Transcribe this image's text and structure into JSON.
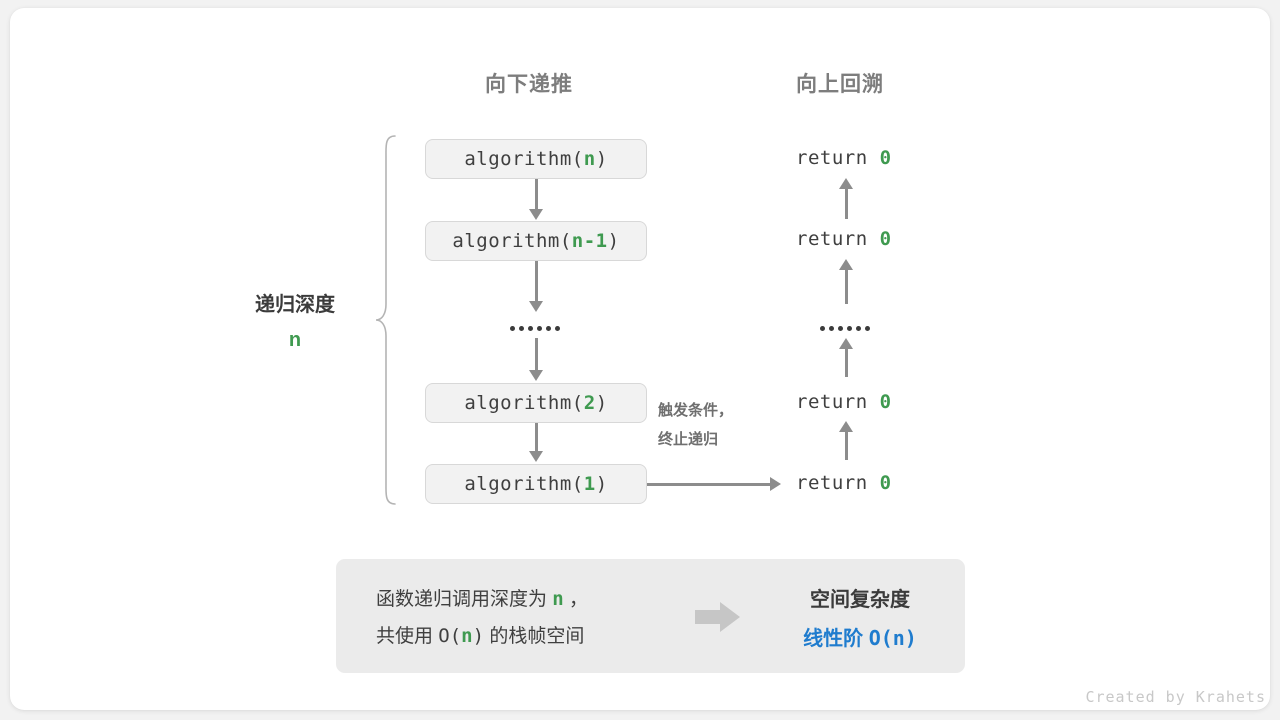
{
  "diagram": {
    "columns": {
      "left_header": "向下递推",
      "right_header": "向上回溯"
    },
    "depth_bracket": {
      "label": "递归深度",
      "value": "n"
    },
    "call_stack": [
      {
        "prefix": "algorithm(",
        "arg": "n",
        "suffix": ")"
      },
      {
        "prefix": "algorithm(",
        "arg": "n-1",
        "suffix": ")"
      },
      {
        "prefix": "algorithm(",
        "arg": "2",
        "suffix": ")"
      },
      {
        "prefix": "algorithm(",
        "arg": "1",
        "suffix": ")"
      }
    ],
    "returns": [
      {
        "keyword": "return",
        "value": "0"
      },
      {
        "keyword": "return",
        "value": "0"
      },
      {
        "keyword": "return",
        "value": "0"
      },
      {
        "keyword": "return",
        "value": "0"
      }
    ],
    "ellipsis_dots": 6,
    "termination_note": {
      "line1": "触发条件，",
      "line2": "终止递归"
    }
  },
  "summary": {
    "left_line1_a": "函数递归调用深度为 ",
    "left_line1_n": "n",
    "left_line1_b": " ，",
    "left_line2_a": "共使用 ",
    "left_line2_o": "O(",
    "left_line2_n": "n",
    "left_line2_c": ")",
    "left_line2_b": " 的栈帧空间",
    "arrow_icon": "right-block-arrow",
    "right_title": "空间复杂度",
    "right_value_label": "线性阶 ",
    "right_value_expr": "O(n)"
  },
  "footer": {
    "credit": "Created by Krahets"
  },
  "colors": {
    "green": "#3f9a50",
    "blue": "#1f7cce",
    "gray_text": "#3f3f3f",
    "header_gray": "#7d7d7d",
    "arrow_gray": "#8c8c8c",
    "box_fill": "#f2f2f2",
    "panel_fill": "#ebebeb"
  }
}
